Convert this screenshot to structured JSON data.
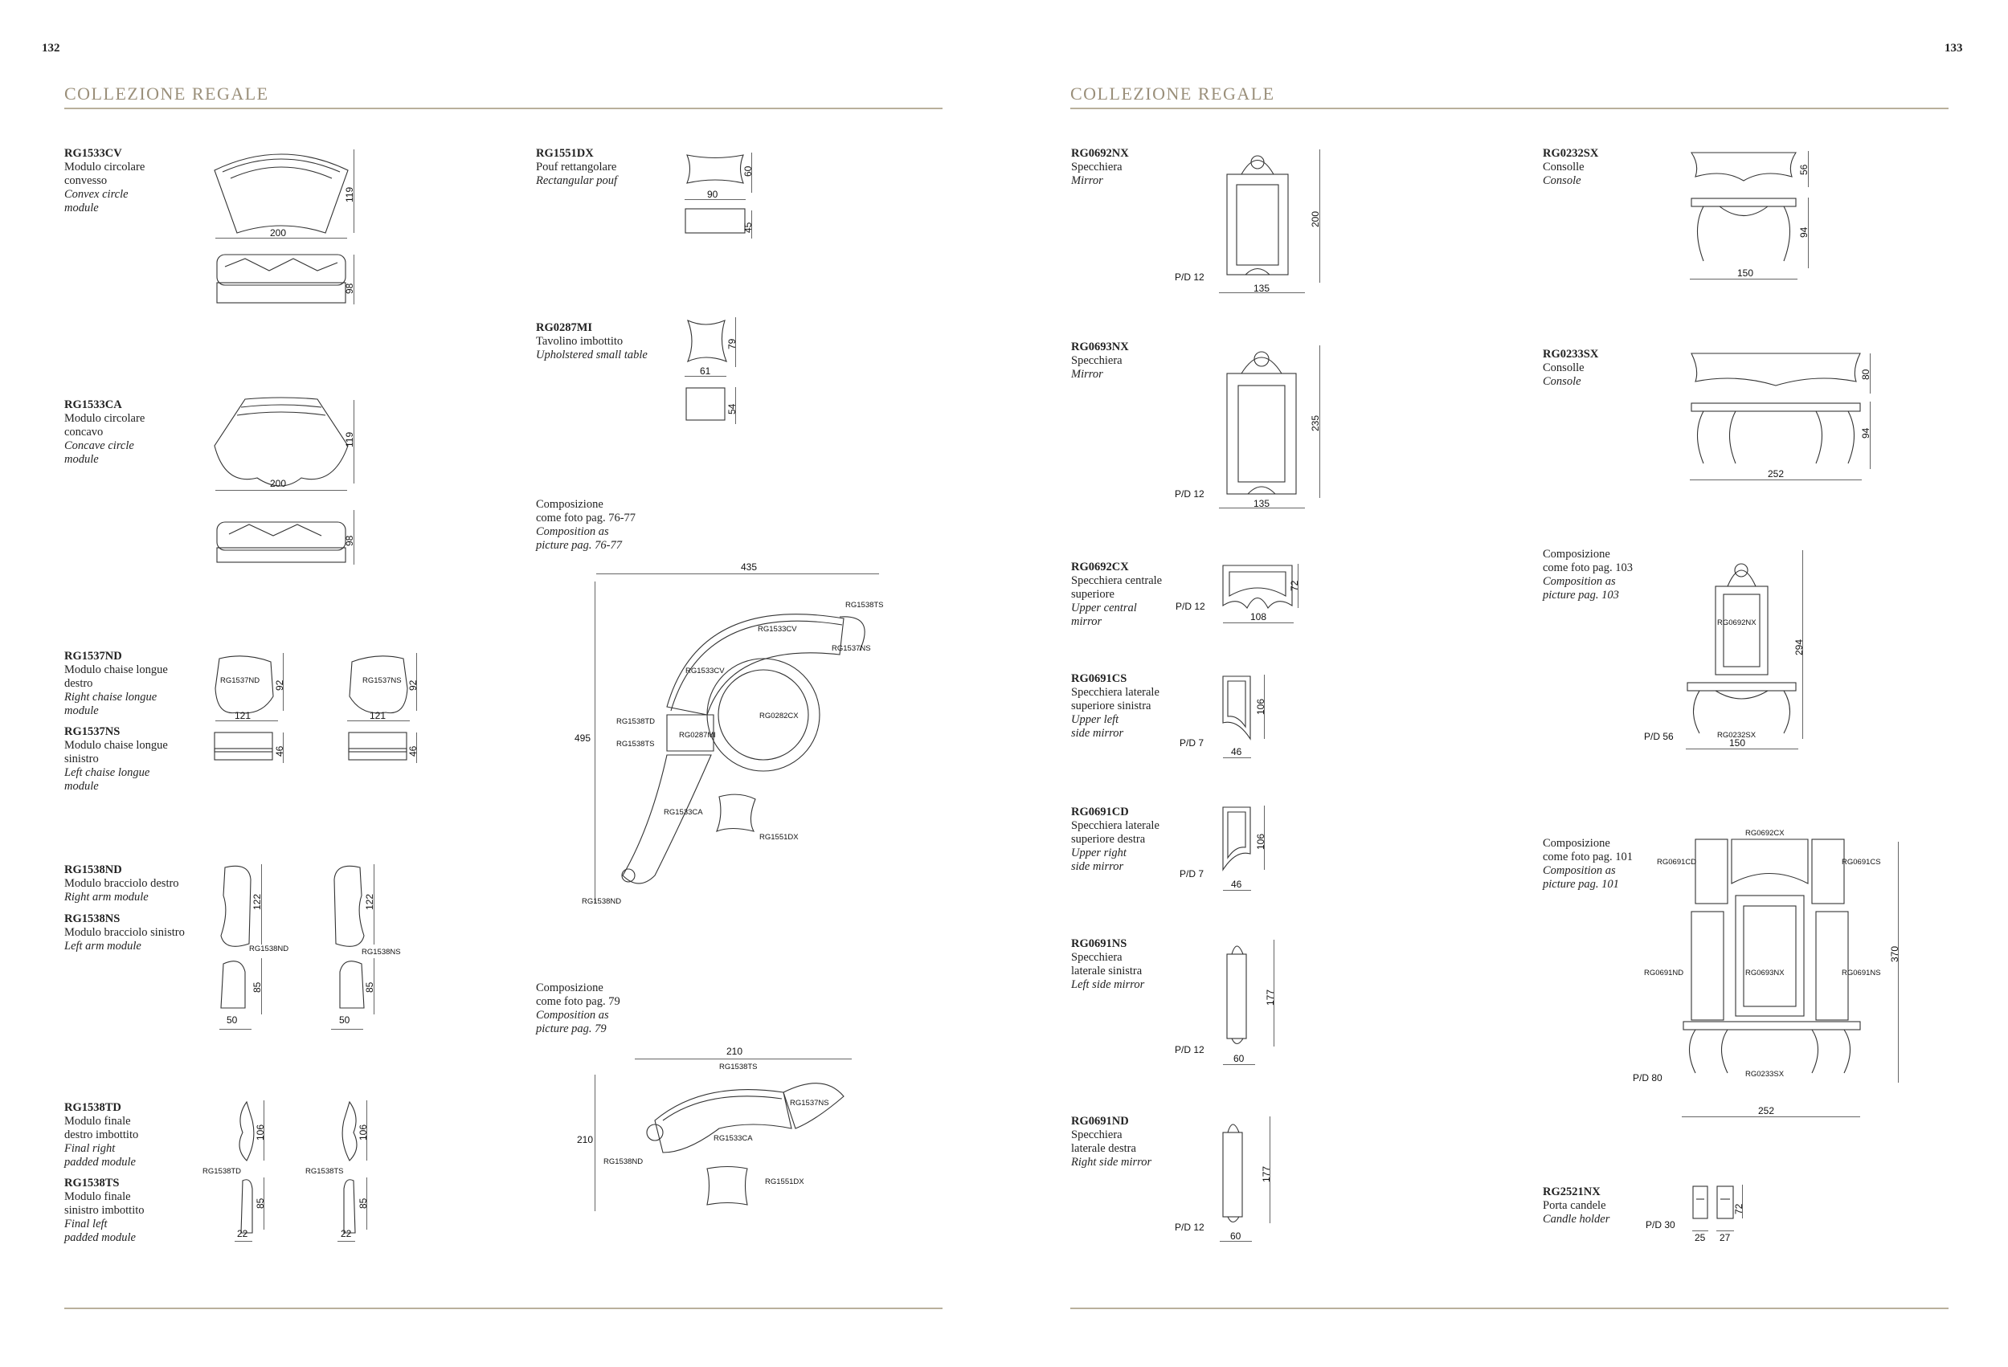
{
  "left_page": {
    "page_number": "132",
    "collection_title": "COLLEZIONE REGALE",
    "col1": [
      {
        "code": "RG1533CV",
        "lines": [
          "Modulo circolare",
          "convesso"
        ],
        "italic": [
          "Convex circle",
          "module"
        ],
        "w": "200",
        "d": "119",
        "h": "98"
      },
      {
        "code": "RG1533CA",
        "lines": [
          "Modulo circolare",
          "concavo"
        ],
        "italic": [
          "Concave circle",
          "module"
        ],
        "w": "200",
        "d": "119",
        "h": "98"
      },
      {
        "code": "RG1537ND",
        "lines": [
          "Modulo chaise longue",
          "destro"
        ],
        "italic": [
          "Right chaise longue",
          "module"
        ]
      },
      {
        "code": "RG1537NS",
        "lines": [
          "Modulo chaise longue",
          "sinistro"
        ],
        "italic": [
          "Left chaise longue",
          "module"
        ]
      },
      {
        "code": "RG1538ND",
        "lines": [
          "Modulo bracciolo destro"
        ],
        "italic": [
          "Right arm module"
        ]
      },
      {
        "code": "RG1538NS",
        "lines": [
          "Modulo bracciolo sinistro"
        ],
        "italic": [
          "Left arm module"
        ]
      },
      {
        "code": "RG1538TD",
        "lines": [
          "Modulo finale",
          "destro imbottito"
        ],
        "italic": [
          "Final right",
          "padded module"
        ]
      },
      {
        "code": "RG1538TS",
        "lines": [
          "Modulo finale",
          "sinistro imbottito"
        ],
        "italic": [
          "Final left",
          "padded module"
        ]
      }
    ],
    "chaise": {
      "w": "121",
      "d": "92",
      "h": "46",
      "label_nd": "RG1537ND",
      "label_ns": "RG1537NS"
    },
    "arm": {
      "d": "122",
      "h": "85",
      "w": "50",
      "label_nd": "RG1538ND",
      "label_ns": "RG1538NS"
    },
    "final": {
      "d": "106",
      "h": "85",
      "w": "22",
      "label_td": "RG1538TD",
      "label_ts": "RG1538TS"
    },
    "col2": [
      {
        "code": "RG1551DX",
        "lines": [
          "Pouf rettangolare"
        ],
        "italic": [
          "Rectangular pouf"
        ],
        "w": "90",
        "d": "60",
        "h": "45"
      },
      {
        "code": "RG0287MI",
        "lines": [
          "Tavolino imbottito"
        ],
        "italic": [
          "Upholstered small table"
        ],
        "w": "61",
        "d": "79",
        "h": "54"
      }
    ],
    "comp1": {
      "lines": [
        "Composizione",
        "come foto pag. 76-77"
      ],
      "italic": [
        "Composition as",
        "picture pag. 76-77"
      ],
      "w": "435",
      "h": "495",
      "labels": [
        "RG1538TS",
        "RG1533CV",
        "RG1537NS",
        "RG1533CV",
        "RG0282CX",
        "RG1538TD",
        "RG0287MI",
        "RG1538TS",
        "RG1533CA",
        "RG1551DX",
        "RG1538ND"
      ]
    },
    "comp2": {
      "lines": [
        "Composizione",
        "come foto pag. 79"
      ],
      "italic": [
        "Composition as",
        "picture pag. 79"
      ],
      "w": "210",
      "h": "210",
      "labels": [
        "RG1538TS",
        "RG1537NS",
        "RG1533CA",
        "RG1538ND",
        "RG1551DX"
      ]
    }
  },
  "right_page": {
    "page_number": "133",
    "collection_title": "COLLEZIONE REGALE",
    "col1": [
      {
        "code": "RG0692NX",
        "lines": [
          "Specchiera"
        ],
        "italic": [
          "Mirror"
        ],
        "pd": "P/D  12",
        "w": "135",
        "h": "200"
      },
      {
        "code": "RG0693NX",
        "lines": [
          "Specchiera"
        ],
        "italic": [
          "Mirror"
        ],
        "pd": "P/D  12",
        "w": "135",
        "h": "235"
      },
      {
        "code": "RG0692CX",
        "lines": [
          "Specchiera centrale",
          "superiore"
        ],
        "italic": [
          "Upper central",
          "mirror"
        ],
        "pd": "P/D  12",
        "w": "108",
        "h": "72"
      },
      {
        "code": "RG0691CS",
        "lines": [
          "Specchiera laterale",
          "superiore sinistra"
        ],
        "italic": [
          "Upper left",
          "side mirror"
        ],
        "pd": "P/D  7",
        "w": "46",
        "h": "106"
      },
      {
        "code": "RG0691CD",
        "lines": [
          "Specchiera laterale",
          "superiore destra"
        ],
        "italic": [
          "Upper right",
          "side mirror"
        ],
        "pd": "P/D  7",
        "w": "46",
        "h": "106"
      },
      {
        "code": "RG0691NS",
        "lines": [
          "Specchiera",
          "laterale sinistra"
        ],
        "italic": [
          "Left side mirror"
        ],
        "pd": "P/D  12",
        "w": "60",
        "h": "177"
      },
      {
        "code": "RG0691ND",
        "lines": [
          "Specchiera",
          "laterale destra"
        ],
        "italic": [
          "Right side mirror"
        ],
        "pd": "P/D  12",
        "w": "60",
        "h": "177"
      }
    ],
    "col2": [
      {
        "code": "RG0232SX",
        "lines": [
          "Consolle"
        ],
        "italic": [
          "Console"
        ],
        "w": "150",
        "d": "56",
        "h": "94"
      },
      {
        "code": "RG0233SX",
        "lines": [
          "Consolle"
        ],
        "italic": [
          "Console"
        ],
        "w": "252",
        "d": "80",
        "h": "94"
      }
    ],
    "comp103": {
      "lines": [
        "Composizione",
        "come foto pag. 103"
      ],
      "italic": [
        "Composition as",
        "picture pag. 103"
      ],
      "pd": "P/D  56",
      "w": "150",
      "h": "294",
      "labels": [
        "RG0692NX",
        "RG0232SX"
      ]
    },
    "comp101": {
      "lines": [
        "Composizione",
        "come foto pag. 101"
      ],
      "italic": [
        "Composition as",
        "picture pag. 101"
      ],
      "pd": "P/D  80",
      "w": "252",
      "h": "370",
      "labels": [
        "RG0692CX",
        "RG0691CD",
        "RG0691CS",
        "RG0691ND",
        "RG0693NX",
        "RG0691NS",
        "RG0233SX"
      ]
    },
    "candle": {
      "code": "RG2521NX",
      "lines": [
        "Porta candele"
      ],
      "italic": [
        "Candle holder"
      ],
      "pd": "P/D  30",
      "w1": "25",
      "w2": "27",
      "h": "72"
    }
  }
}
